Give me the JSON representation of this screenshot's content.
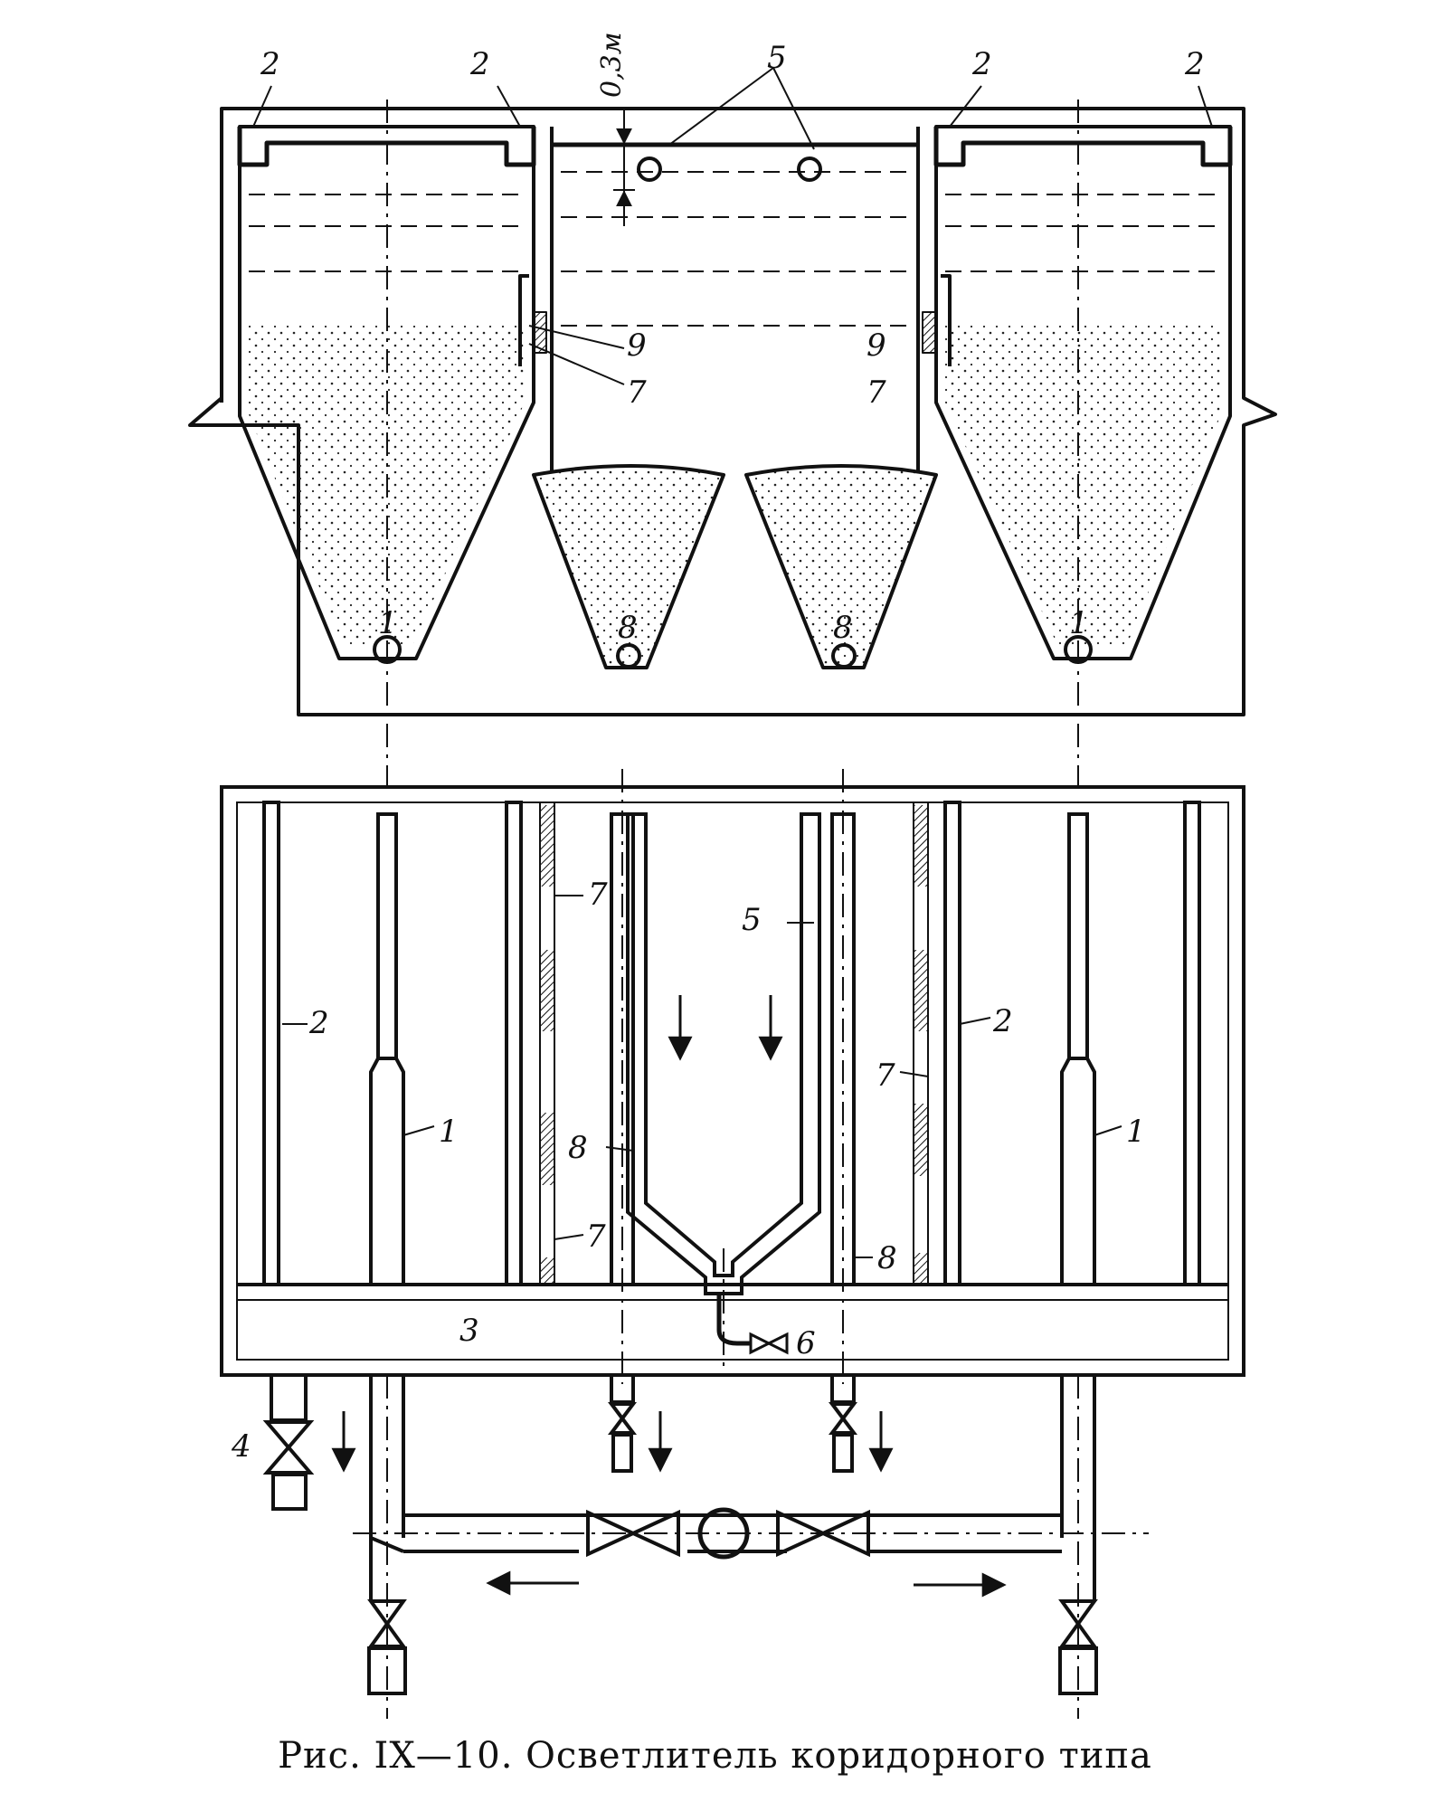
{
  "caption": "Рис. IX—10. Осветлитель коридорного типа",
  "dimension": "0,3м",
  "labels": {
    "sludge_compactor_1": "1",
    "collection_trough_2": "2",
    "channel_3": "3",
    "valve_4": "4",
    "collector_pipe_5": "5",
    "drain_6": "6",
    "sludge_window_7": "7",
    "distribution_pipe_8": "8",
    "canopy_9": "9"
  },
  "colors": {
    "line": "#111111",
    "background": "#ffffff",
    "stipple": "#222222"
  }
}
